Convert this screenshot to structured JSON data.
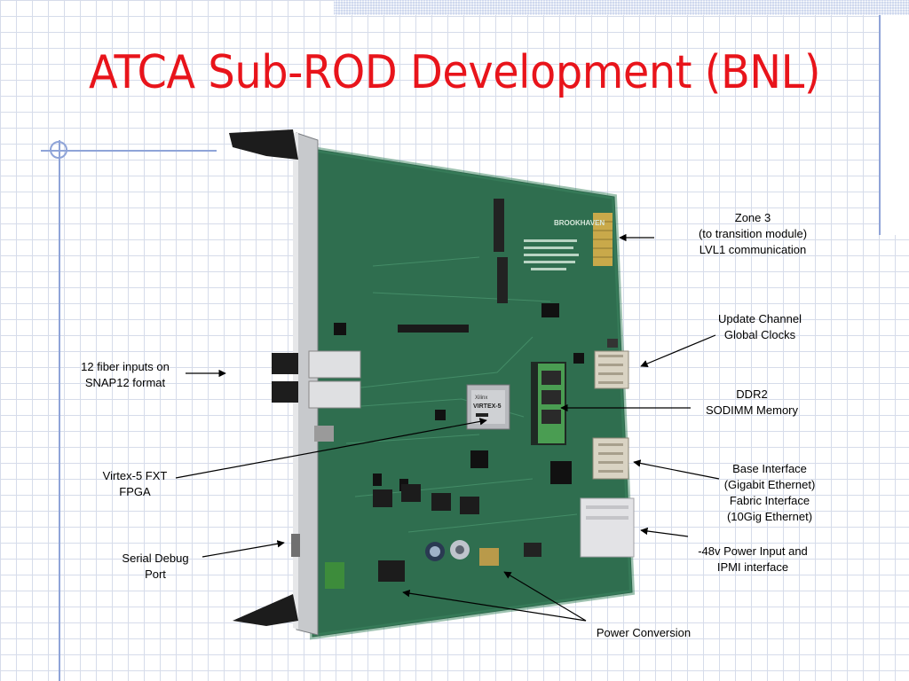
{
  "slide": {
    "title": "ATCA Sub-ROD Development (BNL)",
    "accent_color": "#e8141b",
    "grid_color": "#d6dcea"
  },
  "board": {
    "chip_brand": "Xilinx",
    "chip_label": "VIRTEX-5",
    "silk_brand": "BROOKHAVEN"
  },
  "callouts": {
    "zone3": {
      "line1": "Zone 3",
      "line2": "(to transition module)",
      "line3": "LVL1 communication"
    },
    "update_channel": {
      "line1": "Update Channel",
      "line2": "Global Clocks"
    },
    "ddr2": {
      "line1": "DDR2",
      "line2": "SODIMM Memory"
    },
    "fiber": {
      "line1": "12 fiber inputs on",
      "line2": "SNAP12 format"
    },
    "virtex": {
      "line1": "Virtex-5 FXT",
      "line2": "FPGA"
    },
    "base": {
      "line1": "Base Interface",
      "line2": "(Gigabit Ethernet)",
      "line3": "Fabric Interface",
      "line4": "(10Gig Ethernet)"
    },
    "serial": {
      "line1": "Serial Debug",
      "line2": "Port"
    },
    "power_input": {
      "line1": "-48v Power Input and",
      "line2": "IPMI interface"
    },
    "power_conversion": {
      "line1": "Power Conversion"
    }
  }
}
